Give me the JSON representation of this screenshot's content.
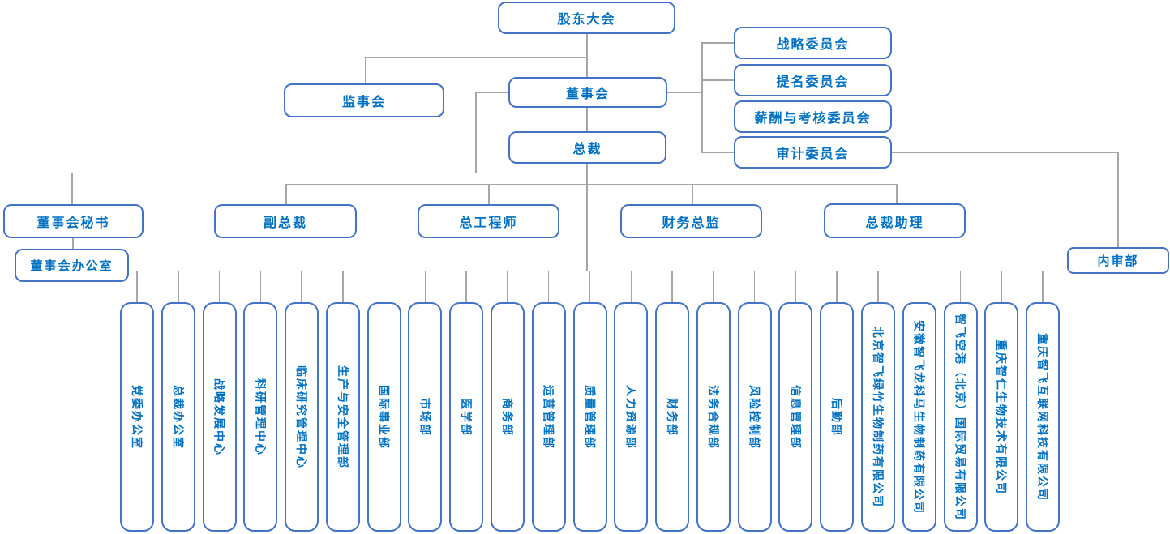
{
  "diagram": {
    "type": "org-chart",
    "colors": {
      "box_border": "#4472C4",
      "box_text": "#0070C0",
      "connector": "#A6A6A6",
      "background": "#FFFFFF"
    },
    "nodes": {
      "shareholders_meeting": "股东大会",
      "supervisory_board": "监事会",
      "board_of_directors": "董事会",
      "president": "总裁",
      "committees": [
        "战略委员会",
        "提名委员会",
        "薪酬与考核委员会",
        "审计委员会"
      ],
      "board_secretary": "董事会秘书",
      "board_office": "董事会办公室",
      "vice_president": "副总裁",
      "chief_engineer": "总工程师",
      "finance_director": "财务总监",
      "president_assistant": "总裁助理",
      "internal_audit": "内审部",
      "departments": [
        "党委办公室",
        "总裁办公室",
        "战略发展中心",
        "科研管理中心",
        "临床研究管理中心",
        "生产与安全管理部",
        "国际事业部",
        "市场部",
        "医学部",
        "商务部",
        "运营管理部",
        "质量管理部",
        "人力资源部",
        "财务部",
        "法务合规部",
        "风险控制部",
        "信息管理部",
        "后勤部",
        "北京智飞绿竹生物制药有限公司",
        "安徽智飞龙科马生物制药有限公司",
        "智飞空港（北京）国际贸易有限公司",
        "重庆智仁生物技术有限公司",
        "重庆智飞互联网科技有限公司"
      ]
    }
  }
}
